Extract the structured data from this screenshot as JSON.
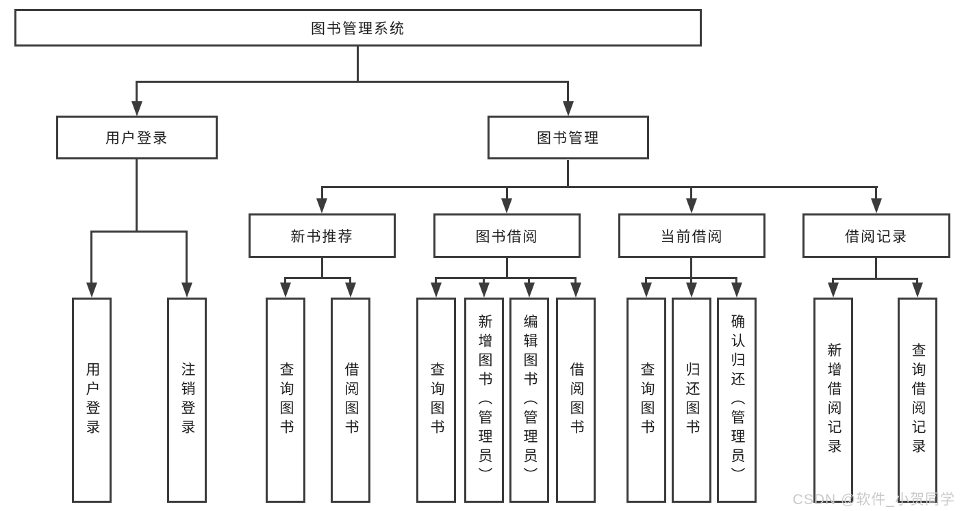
{
  "tree": {
    "root": {
      "label": "图书管理系统"
    },
    "user_login": {
      "label": "用户登录",
      "children": [
        {
          "label": "用户登录"
        },
        {
          "label": "注销登录"
        }
      ]
    },
    "book_mgmt": {
      "label": "图书管理",
      "groups": [
        {
          "label": "新书推荐",
          "children": [
            {
              "label": "查询图书"
            },
            {
              "label": "借阅图书"
            }
          ]
        },
        {
          "label": "图书借阅",
          "children": [
            {
              "label": "查询图书"
            },
            {
              "label": "新增图书（管理员）"
            },
            {
              "label": "编辑图书（管理员）"
            },
            {
              "label": "借阅图书"
            }
          ]
        },
        {
          "label": "当前借阅",
          "children": [
            {
              "label": "查询图书"
            },
            {
              "label": "归还图书"
            },
            {
              "label": "确认归还（管理员）"
            }
          ]
        },
        {
          "label": "借阅记录",
          "children": [
            {
              "label": "新增借阅记录"
            },
            {
              "label": "查询借阅记录"
            }
          ]
        }
      ]
    }
  },
  "watermark": "CSDN @软件_小贺同学",
  "colors": {
    "line": "#3b3b3b",
    "text": "#1d1d1d",
    "watermark": "#c9c9c9",
    "background": "#ffffff"
  }
}
